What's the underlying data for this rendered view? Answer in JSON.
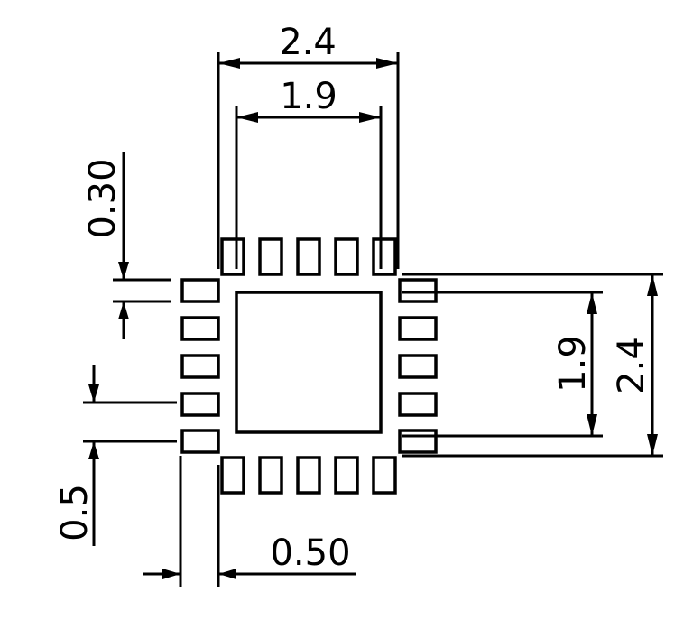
{
  "dimensions": {
    "top_outer": "2.4",
    "top_inner": "1.9",
    "right_outer": "2.4",
    "right_inner": "1.9",
    "pad_width": "0.30",
    "pitch": "0.5",
    "pad_length": "0.50"
  }
}
